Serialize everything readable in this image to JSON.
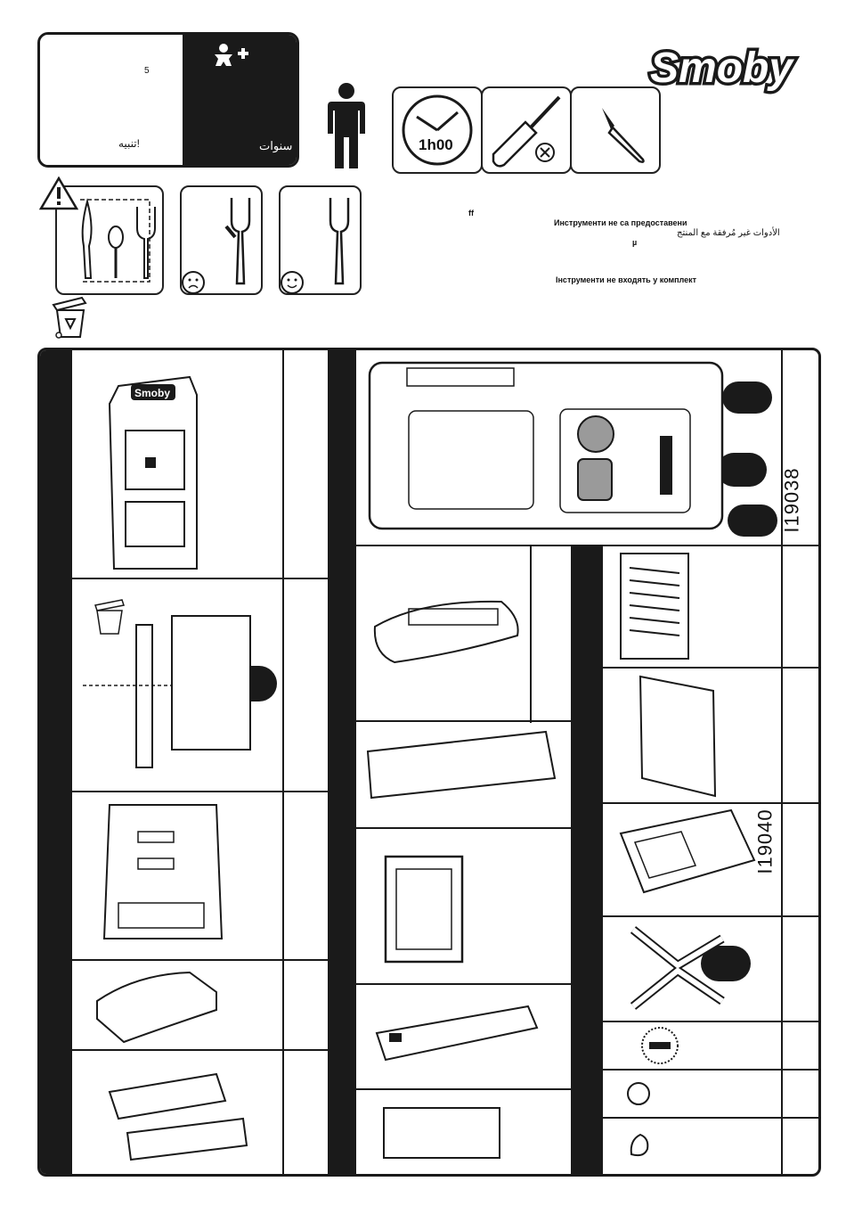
{
  "brand": {
    "logo_text": "Smoby"
  },
  "warning_box": {
    "top_small": "5",
    "title_ar": "تنبيه!",
    "age_ar": "سنوات"
  },
  "assembly_time": "1h00",
  "tools_notices": {
    "ff": "ff",
    "bg": "Инструменти не са предоставени",
    "ar": "الأدوات غير مُرفقة مع المنتج",
    "mu": "µ",
    "uk": "Інструменти не входять у комплект"
  },
  "part_codes": {
    "top_right": "I19038",
    "mid_right": "I19040"
  },
  "icons": [
    "warning-icon",
    "child-plus-icon",
    "person-icon",
    "clock-icon",
    "screwdriver-icon",
    "knife-icon",
    "fork-icon",
    "sad-face-icon",
    "happy-face-icon",
    "recycle-bin-icon"
  ],
  "colors": {
    "dark": "#1a1a1a",
    "paper": "#ffffff",
    "grey": "#9a9a9a"
  }
}
